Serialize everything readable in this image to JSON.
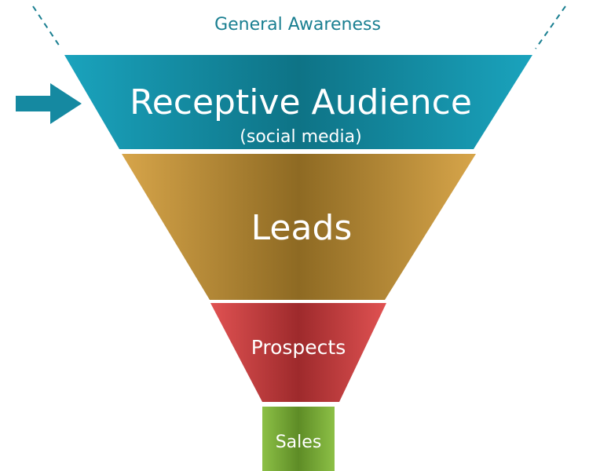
{
  "funnel": {
    "top_label": "General Awareness",
    "stages": [
      {
        "title": "Receptive Audience",
        "subtitle": "(social media)",
        "color": "#1589a1"
      },
      {
        "title": "Leads",
        "subtitle": "",
        "color": "#b98a35"
      },
      {
        "title": "Prospects",
        "subtitle": "",
        "color": "#c5393b"
      },
      {
        "title": "Sales",
        "subtitle": "",
        "color": "#7fae3a"
      }
    ],
    "pointer": {
      "target": "Receptive Audience",
      "color": "#1589a1"
    }
  }
}
